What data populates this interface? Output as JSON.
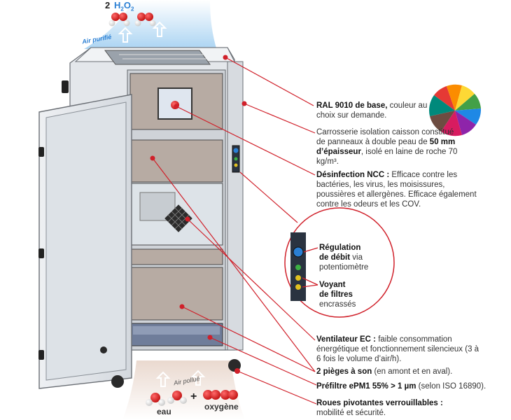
{
  "top": {
    "count": "2",
    "formula_h": "H",
    "formula_sub2": "2",
    "formula_o": "O",
    "formula_sub2b": "2",
    "air_out": "Air purifié"
  },
  "bottom": {
    "air_in": "Air pollué",
    "water": "eau",
    "plus": "+",
    "oxygen": "oxygène"
  },
  "callouts": {
    "ral": {
      "bold": "RAL 9010 de base,",
      "text": " couleur au choix sur demande."
    },
    "body": {
      "text1": "Carrosserie isolation caisson constitué de panneaux à double peau de ",
      "bold": "50 mm d’épaisseur",
      "text2": ", isolé en laine de roche 70 kg/m³."
    },
    "ncc": {
      "bold": "Désinfection NCC :",
      "text": " Efficace contre les bactéries, les virus, les moisissures, poussières et allergènes. Efficace également contre les odeurs et les COV."
    },
    "regulation": {
      "bold1": "Régulation",
      "bold2": "de débit",
      "text": " via potentiomètre"
    },
    "voyant": {
      "bold1": "Voyant",
      "bold2": "de filtres",
      "text": "encrassés"
    },
    "fan": {
      "bold": "Ventilateur EC :",
      "text": " faible consommation énergétique et fonctionnement silencieux (3 à 6 fois le volume d’air/h)."
    },
    "traps": {
      "bold": "2 pièges à son",
      "text": " (en amont et en aval)."
    },
    "prefilter": {
      "bold": "Préfiltre ePM1 55% > 1 µm",
      "text": " (selon ISO 16890)."
    },
    "wheels": {
      "bold": "Roues pivotantes verrouillables :",
      "text": " mobilité et sécurité."
    }
  },
  "colors": {
    "red": "#d0202a",
    "blue": "#2a7fd4",
    "panel": "#b7aba3",
    "steel": "#e8ebef"
  }
}
